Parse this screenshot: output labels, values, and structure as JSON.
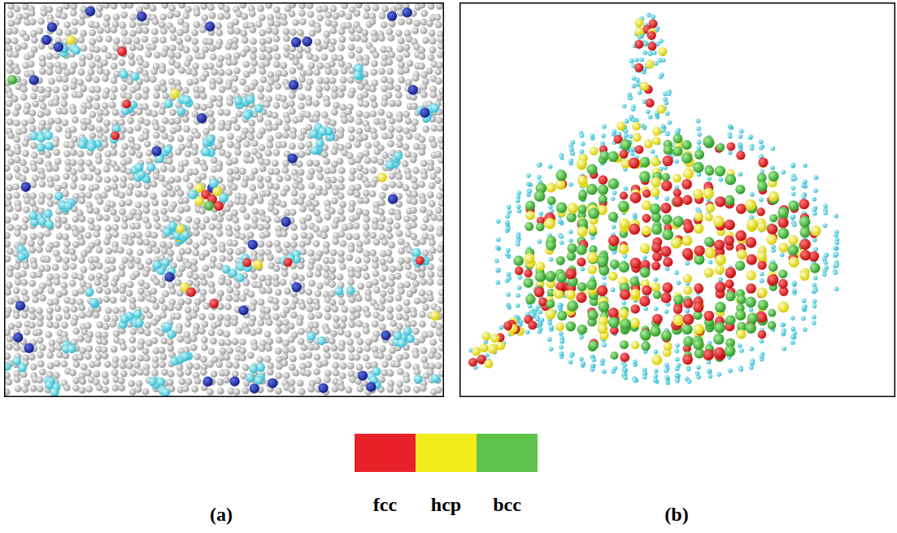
{
  "diagram": {
    "labels": [
      "(a)",
      "(b)"
    ],
    "legend": [
      {
        "text": "fcc",
        "color": "#e8202a"
      },
      {
        "text": "hcp",
        "color": "#f2ec1c"
      },
      {
        "text": "bcc",
        "color": "#5fc24a"
      }
    ]
  }
}
